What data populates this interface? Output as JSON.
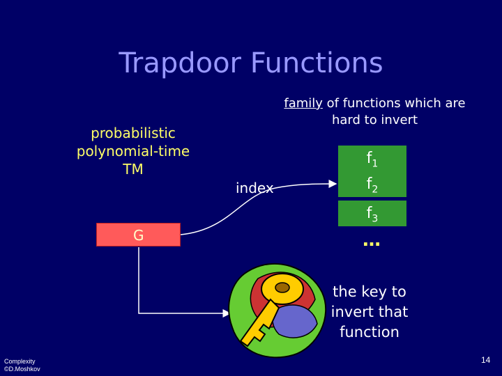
{
  "title": "Trapdoor Functions",
  "generator": {
    "description": "probabilistic polynomial-time TM",
    "lines": [
      "probabilistic",
      "polynomial-time",
      "TM"
    ],
    "box_label": "G",
    "box_color": "#ff5a5a"
  },
  "family": {
    "underlined_word": "family",
    "rest_text": " of functions which are hard to invert",
    "functions": [
      {
        "base": "f",
        "sub": "1"
      },
      {
        "base": "f",
        "sub": "2"
      },
      {
        "base": "f",
        "sub": "3"
      }
    ],
    "ellipsis": "…",
    "box_color": "#339933"
  },
  "index_label": "index",
  "key": {
    "icon": "key-icon",
    "caption_lines": [
      "the key to",
      "invert that",
      "function"
    ]
  },
  "footer": {
    "lines": [
      "Complexity",
      "©D.Moshkov"
    ],
    "page_number": "14"
  },
  "colors": {
    "background": "#000066",
    "title": "#9999ff",
    "accent_yellow": "#ffff66"
  }
}
